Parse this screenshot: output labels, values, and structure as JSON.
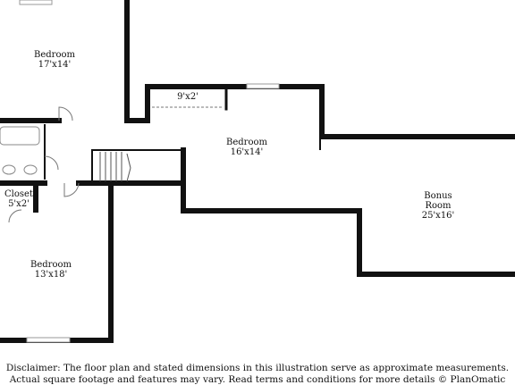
{
  "rooms": [
    {
      "id": "bedroom-1",
      "name": "Bedroom",
      "dims": "17'x14'"
    },
    {
      "id": "bedroom-2",
      "name": "Bedroom",
      "dims": "16'x14'"
    },
    {
      "id": "closet-small",
      "name": "",
      "dims": "9'x2'"
    },
    {
      "id": "bonus",
      "name": "Bonus",
      "name2": "Room",
      "dims": "25'x16'"
    },
    {
      "id": "closet",
      "name": "Closet",
      "dims": "5'x2'"
    },
    {
      "id": "bedroom-3",
      "name": "Bedroom",
      "dims": "13'x18'"
    }
  ],
  "disclaimer": {
    "line1": "Disclaimer: The floor plan and stated dimensions in this illustration serve as approximate measurements.",
    "line2": "Actual square footage and features may vary. Read terms and conditions for more details © PlanOmatic"
  },
  "colors": {
    "wall": "#111111",
    "window": "#cfcfcf",
    "fixture": "#888888"
  }
}
